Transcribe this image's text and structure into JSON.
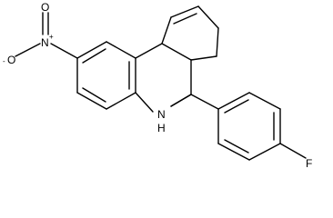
{
  "molecule": {
    "atoms": {
      "nitro_n": "N",
      "nitro_o_double": "O",
      "nitro_o_single": "O",
      "nitro_o_charge": "-",
      "nitro_n_charge": "+",
      "amine": "N",
      "amine_h": "H",
      "fluorine": "F"
    }
  }
}
